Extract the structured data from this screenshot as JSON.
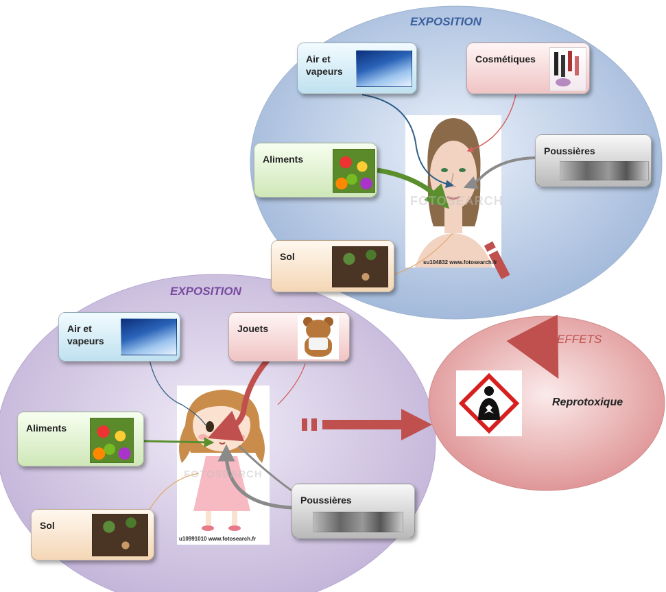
{
  "top_group": {
    "title": "EXPOSITION",
    "boxes": {
      "air": "Air et\nvapeurs",
      "cosmetics": "Cosmétiques",
      "food": "Aliments",
      "dust": "Poussières",
      "soil": "Sol"
    },
    "photo_caption": "su104832 www.fotosearch.fr",
    "watermark": "FOTOSEARCH"
  },
  "bottom_group": {
    "title": "EXPOSITION",
    "boxes": {
      "air": "Air et\nvapeurs",
      "toys": "Jouets",
      "food": "Aliments",
      "dust": "Poussières",
      "soil": "Sol"
    },
    "photo_caption": "u10991010 www.fotosearch.fr",
    "watermark": "FOTOSEARCH"
  },
  "effects": {
    "title": "EFFETS",
    "label": "Reprotoxique",
    "hazard_icon": "health-hazard-pictogram-icon"
  },
  "colors": {
    "top_ellipse": "#a9c1df",
    "bottom_ellipse": "#c7b9dc",
    "effects_ellipse": "#e7a7a8",
    "top_title": "#3a5f9e",
    "bottom_title": "#7a4a9f",
    "effects_title": "#c0504d",
    "arrow_red": "#c0504d",
    "arrow_green": "#5b8f2e",
    "arrow_grey": "#8a8a8a"
  }
}
